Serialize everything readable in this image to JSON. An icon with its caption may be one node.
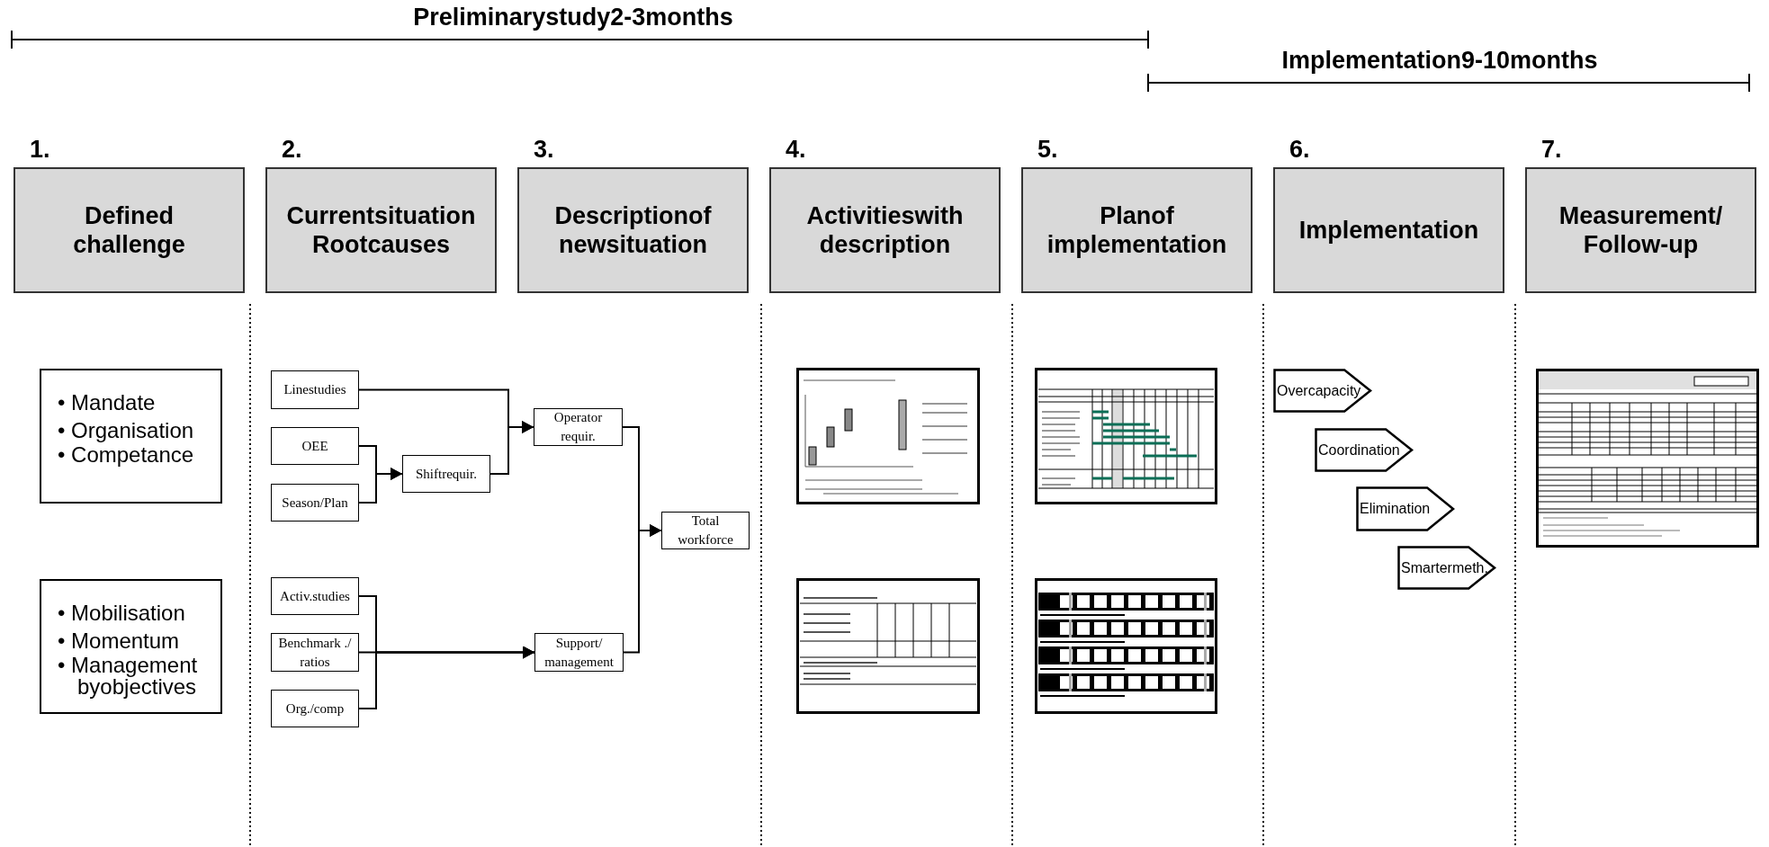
{
  "diagram": {
    "nodes": [
      {
        "text": [
          "1.",
          "Defined challenge"
        ]
      },
      {
        "text": [
          "2.",
          "Currentsituation Rootcauses"
        ]
      },
      {
        "text": [
          "3.",
          "Descriptionof newsituation"
        ]
      },
      {
        "text": [
          "4.",
          "Activitieswith description"
        ]
      },
      {
        "text": [
          "5.",
          "Planof implementation"
        ]
      },
      {
        "text": [
          "6.",
          "Implementation"
        ]
      },
      {
        "text": [
          "7.",
          "Measurement/ Follow-up"
        ]
      },
      {
        "text": [
          "• Mandate",
          "• Organisation",
          "• Competance"
        ]
      },
      {
        "text": [
          "• Mobilisation",
          "• Momentum",
          "• Management byobjectives"
        ]
      },
      {
        "text": [
          "Linestudies"
        ]
      },
      {
        "text": [
          "OEE"
        ]
      },
      {
        "text": [
          "Season/Plan"
        ]
      },
      {
        "text": [
          "Activ.studies"
        ]
      },
      {
        "text": [
          "Benchmark ./ ratios"
        ]
      },
      {
        "text": [
          "Org./comp"
        ]
      },
      {
        "text": [
          "Shiftrequir."
        ]
      },
      {
        "text": [
          "Operator requir."
        ]
      },
      {
        "text": [
          "Support/ management"
        ]
      },
      {
        "text": [
          "Total workforce"
        ]
      },
      {
        "text": [
          "Overcapacity"
        ]
      },
      {
        "text": [
          "Coordination"
        ]
      },
      {
        "text": [
          "Elimination"
        ]
      },
      {
        "text": [
          "Smartermeth."
        ]
      }
    ],
    "edges": [
      {
        "from": 10,
        "to": 15,
        "arrow": "to"
      },
      {
        "from": 11,
        "to": 15,
        "arrow": "to"
      },
      {
        "from": 9,
        "to": 16,
        "arrow": "to"
      },
      {
        "from": 15,
        "to": 16,
        "arrow": "to"
      },
      {
        "from": 12,
        "to": 17,
        "arrow": "to"
      },
      {
        "from": 13,
        "to": 17,
        "arrow": "to"
      },
      {
        "from": 14,
        "to": 17,
        "arrow": "to"
      },
      {
        "from": 16,
        "to": 18,
        "arrow": "to"
      },
      {
        "from": 17,
        "to": 18,
        "arrow": "to"
      }
    ],
    "labels": [
      "Preliminarystudy2-3months",
      "Implementation9-10months"
    ]
  }
}
